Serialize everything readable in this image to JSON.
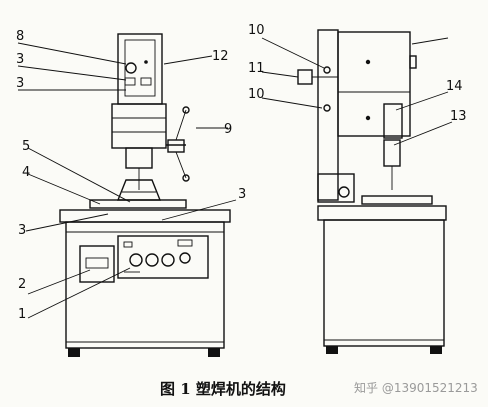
{
  "labels": {
    "l1": "1",
    "l2": "2",
    "l3a": "3",
    "l3b": "3",
    "l3c": "3",
    "l4": "4",
    "l5": "5",
    "l8": "8",
    "l9": "9",
    "l10a": "10",
    "l10b": "10",
    "l11": "11",
    "l12": "12",
    "l13": "13",
    "l14": "14"
  },
  "caption": "图 1 塑焊机的结构",
  "watermark": "知乎 @13901521213"
}
